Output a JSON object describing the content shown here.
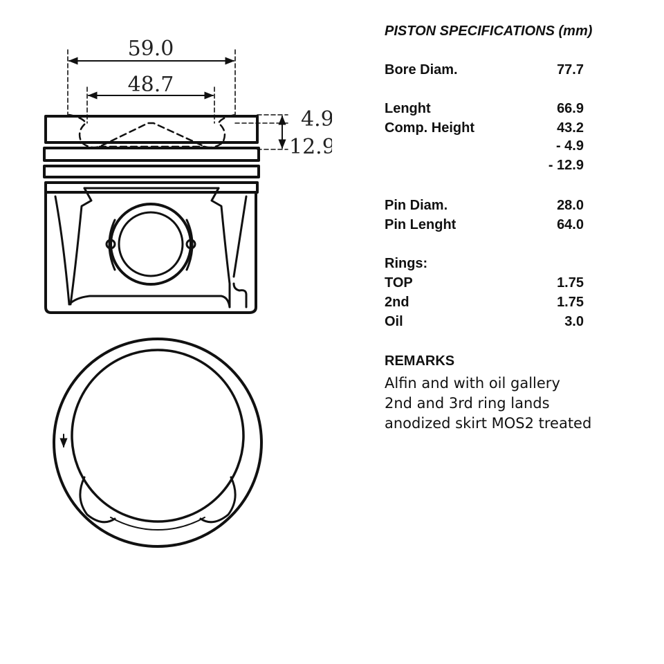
{
  "drawing": {
    "dim_top_width": "59.0",
    "dim_bowl_width": "48.7",
    "dim_bowl_depth": "4.9",
    "dim_ring_position": "12.9"
  },
  "specs": {
    "title": "PISTON SPECIFICATIONS (mm)",
    "rows": [
      {
        "label": "Bore Diam.",
        "value": "77.7"
      },
      {
        "label": "Lenght",
        "value": "66.9"
      },
      {
        "label": "Comp. Height",
        "value": "43.2"
      },
      {
        "label": "",
        "value": "- 4.9"
      },
      {
        "label": "",
        "value": "- 12.9"
      },
      {
        "label": "Pin Diam.",
        "value": "28.0"
      },
      {
        "label": "Pin Lenght",
        "value": "64.0"
      },
      {
        "label": "Rings:",
        "value": ""
      },
      {
        "label": "TOP",
        "value": "1.75"
      },
      {
        "label": "2nd",
        "value": "1.75"
      },
      {
        "label": "Oil",
        "value": "3.0"
      }
    ],
    "remarks_title": "REMARKS",
    "remarks": [
      "Alfin and with oil gallery",
      "2nd and 3rd ring lands",
      "anodized skirt MOS2 treated"
    ]
  }
}
